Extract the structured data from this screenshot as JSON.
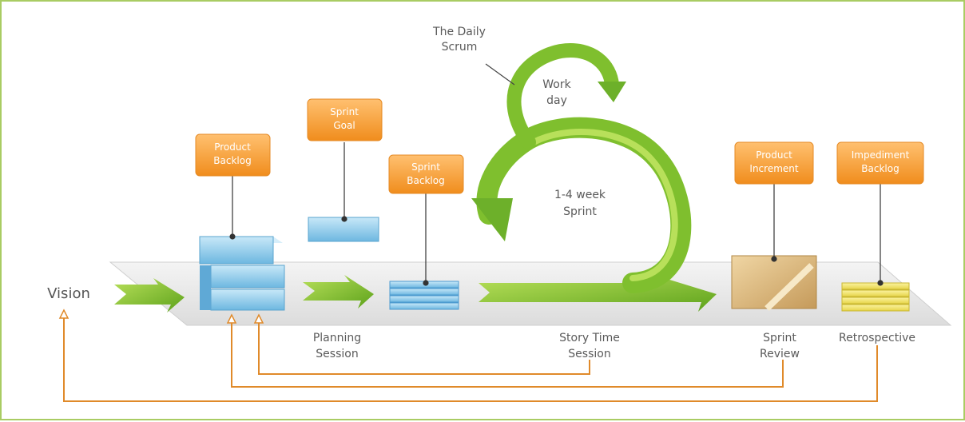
{
  "diagram": {
    "vision": "Vision",
    "daily_scrum": [
      "The Daily",
      "Scrum"
    ],
    "work_day": [
      "Work",
      "day"
    ],
    "sprint_length": [
      "1-4 week",
      "Sprint"
    ],
    "tags": {
      "product_backlog": [
        "Product",
        "Backlog"
      ],
      "sprint_goal": [
        "Sprint",
        "Goal"
      ],
      "sprint_backlog": [
        "Sprint",
        "Backlog"
      ],
      "product_increment": [
        "Product",
        "Increment"
      ],
      "impediment_backlog": [
        "Impediment",
        "Backlog"
      ]
    },
    "stages": {
      "planning": [
        "Planning",
        "Session"
      ],
      "story_time": [
        "Story Time",
        "Session"
      ],
      "sprint_review": [
        "Sprint",
        "Review"
      ],
      "retrospective": "Retrospective"
    },
    "colors": {
      "frame": "#a9cc63",
      "arrow_green": "#7fbf2e",
      "tag_orange": "#f39a2b",
      "backlog_blue": "#7cc1e6",
      "feedback_orange": "#e08a2a",
      "box_tan": "#d9b77e",
      "impediment_yellow": "#f2e56a"
    }
  }
}
